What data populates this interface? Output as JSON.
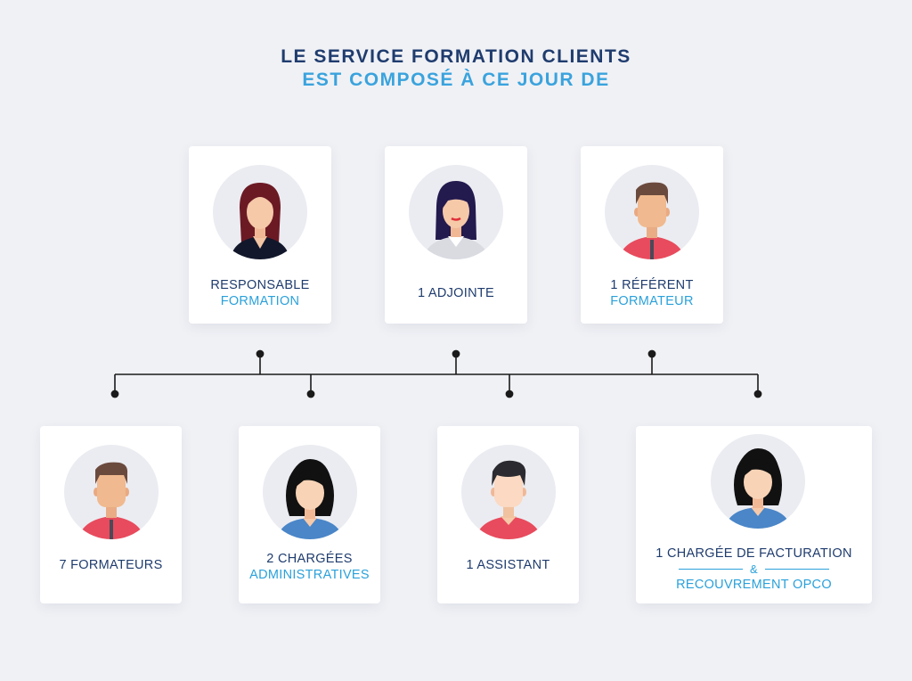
{
  "title": {
    "line1": "LE SERVICE FORMATION CLIENTS",
    "line2": "EST COMPOSÉ À CE JOUR DE"
  },
  "top_row": [
    {
      "avatar": "woman-red-hair-icon",
      "line1": "RESPONSABLE",
      "line2": "FORMATION"
    },
    {
      "avatar": "woman-dark-hair-icon",
      "line1": "1 ADJOINTE"
    },
    {
      "avatar": "man-red-shirt-icon",
      "line1": "1 RÉFÉRENT",
      "line2": "FORMATEUR"
    }
  ],
  "bottom_row": [
    {
      "avatar": "man-red-shirt-icon",
      "line1": "7 FORMATEURS"
    },
    {
      "avatar": "woman-black-hair-icon",
      "line1": "2 CHARGÉES",
      "line2": "ADMINISTRATIVES"
    },
    {
      "avatar": "man-black-hair-icon",
      "line1": "1 ASSISTANT"
    },
    {
      "avatar": "woman-black-hair-icon",
      "line1": "1 CHARGÉE DE FACTURATION",
      "amp": "&",
      "line2": "RECOUVREMENT OPCO"
    }
  ],
  "colors": {
    "navy": "#1f3c6e",
    "blue": "#2aa1db",
    "background": "#f0f1f5"
  }
}
